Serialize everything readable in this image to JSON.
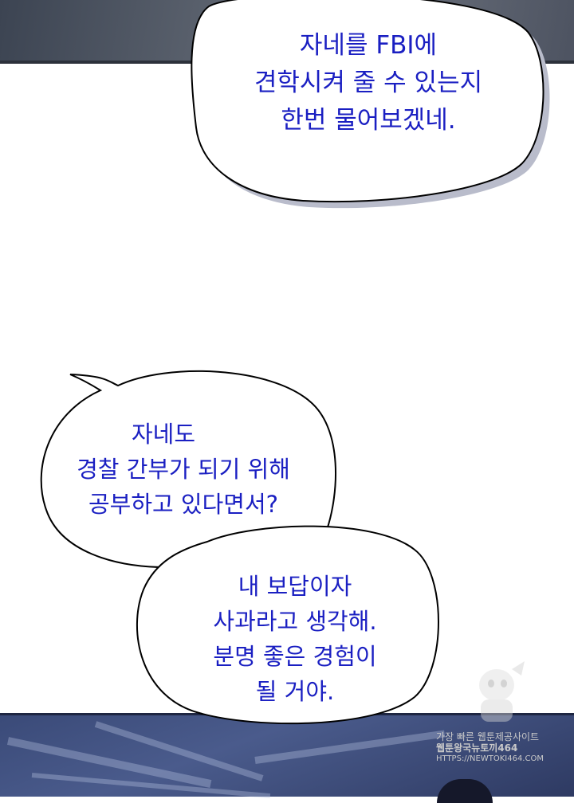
{
  "bubble_1": {
    "lines": [
      "자네를 FBI에",
      "견학시켜 줄 수 있는지",
      "한번 물어보겠네."
    ]
  },
  "bubble_2": {
    "lines": [
      "자네도",
      "경찰 간부가 되기 위해",
      "공부하고 있다면서?"
    ]
  },
  "bubble_3": {
    "lines": [
      "내 보답이자",
      "사과라고 생각해.",
      "분명 좋은 경험이",
      "될 거야."
    ]
  },
  "watermark": {
    "lines": [
      "가장 빠른 웹툰제공사이트",
      "웹툰왕국뉴토끼464",
      "HTTPS://NEWTOKI464.COM"
    ]
  },
  "colors": {
    "dialogue_text": "#1a1fc2",
    "bubble_outline": "#000000",
    "bubble_shadow": "#b9bccb"
  }
}
